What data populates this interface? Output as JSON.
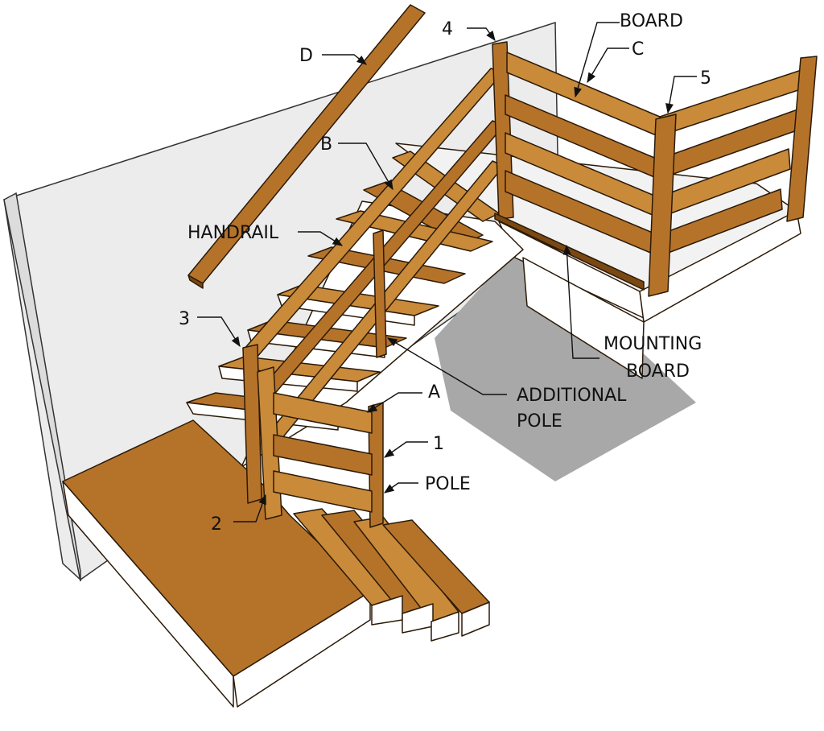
{
  "labels": {
    "board": "BOARD",
    "c": "C",
    "four": "4",
    "five": "5",
    "d": "D",
    "b": "B",
    "handrail": "HANDRAIL",
    "three": "3",
    "mounting_line1": "MOUNTING",
    "mounting_line2": "BOARD",
    "a": "A",
    "additional_line1": "ADDITIONAL",
    "additional_line2": "POLE",
    "one": "1",
    "pole": "POLE",
    "two": "2"
  },
  "colors": {
    "wood": "#b5732a",
    "wood_light": "#c98a3a",
    "wood_dark": "#7a4813",
    "wall": "#ececec",
    "riser": "#ffffff",
    "shadow": "#a8a8a8",
    "outline": "#2b1a08"
  }
}
